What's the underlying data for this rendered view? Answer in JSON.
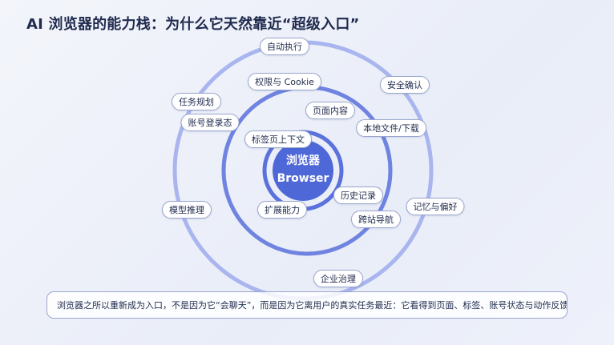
{
  "title": "AI 浏览器的能力栈：为什么它天然靠近“超级入口”",
  "center": {
    "line1": "浏览器",
    "line2": "Browser"
  },
  "tags": [
    "自动执行",
    "权限与 Cookie",
    "安全确认",
    "任务规划",
    "页面内容",
    "本地文件/下载",
    "标签页上下文",
    "账号登录态",
    "历史记录",
    "模型推理",
    "扩展能力",
    "跨站导航",
    "记忆与偏好",
    "企业治理"
  ],
  "caption": "浏览器之所以重新成为入口，不是因为它“会聊天”，而是因为它离用户的真实任务最近：它看得到页面、标签、账号状态与动作反馈。",
  "colors": {
    "core": "#4f68d8",
    "inner_ring": "#5b72dc",
    "middle_ring": "#6f83e0",
    "outer_ring": "#a6b3ee"
  }
}
